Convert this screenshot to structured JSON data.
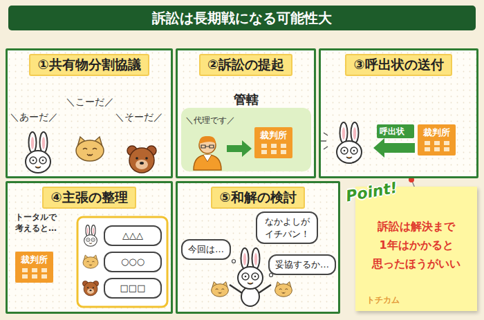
{
  "diagram": {
    "title": "訴訟は長期戦になる可能性大",
    "nodes": [
      {
        "text": [
          "①共有物分割協議"
        ]
      },
      {
        "text": [
          "②訴訟の提起"
        ]
      },
      {
        "text": [
          "管轄"
        ],
        "in": 1
      },
      {
        "text": [
          "裁判所"
        ],
        "in": 2
      },
      {
        "text": [
          "③呼出状の送付"
        ]
      },
      {
        "text": [
          "裁判所"
        ],
        "in": 4
      },
      {
        "text": [
          "④主張の整理"
        ]
      },
      {
        "text": [
          "裁判所"
        ],
        "in": 6
      },
      {
        "text": [
          "△△△"
        ],
        "in": 6
      },
      {
        "text": [
          "○○○"
        ],
        "in": 6
      },
      {
        "text": [
          "□□□"
        ],
        "in": 6
      },
      {
        "text": [
          "⑤和解の検討"
        ]
      },
      {
        "text": [
          "なかよしが イチバン！"
        ],
        "in": 11
      },
      {
        "text": [
          "今回は…"
        ],
        "in": 11
      },
      {
        "text": [
          "妥協するか…"
        ],
        "in": 11
      },
      {
        "text": [
          "Point!",
          "訴訟は解決まで 1年はかかると 思ったほうがいい"
        ]
      }
    ],
    "labels": [
      "＼こーだ／",
      "＼あーだ／",
      "＼そーだ／",
      "＼代理です／",
      "呼出状",
      "トータルで 考えると…",
      "トチカム"
    ]
  }
}
